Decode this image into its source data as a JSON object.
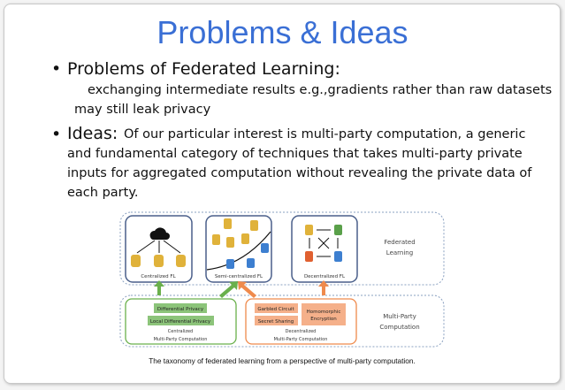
{
  "title": "Problems & Ideas",
  "bullets": [
    {
      "label": "Problems of Federated Learning:",
      "lines": [
        "exchanging intermediate results e.g.,gradients rather than raw datasets",
        "may still leak privacy"
      ]
    },
    {
      "label": "Ideas:",
      "lines": [
        "Of our particular interest is multi-party computation, a generic",
        "and fundamental category of techniques that takes multi-party private",
        "inputs for aggregated computation without revealing the private data of",
        "each party."
      ]
    }
  ],
  "figure": {
    "fl_group_lines": [
      "Federated",
      "Learning"
    ],
    "panels": [
      "Centralized FL",
      "Semi-centralized FL",
      "Decentralized FL"
    ],
    "mpc_group_lines": [
      "Multi-Party",
      "Computation"
    ],
    "centralized_mpc": {
      "items": [
        "Differential Privacy",
        "Local Differential Privacy"
      ],
      "lines": [
        "Centralized",
        "Multi-Party Computation"
      ]
    },
    "decentralized_mpc": {
      "items": [
        "Garbled Circuit",
        "Secret Sharing"
      ],
      "he_lines": [
        "Homomorphic",
        "Encryption"
      ],
      "lines": [
        "Decentralized",
        "Multi-Party Computation"
      ]
    },
    "caption": "The taxonomy of federated learning from a perspective of multi-party computation."
  },
  "colors": {
    "title": "#3a6fd5",
    "green": "#6ab04c",
    "orange": "#ef8a4c"
  }
}
